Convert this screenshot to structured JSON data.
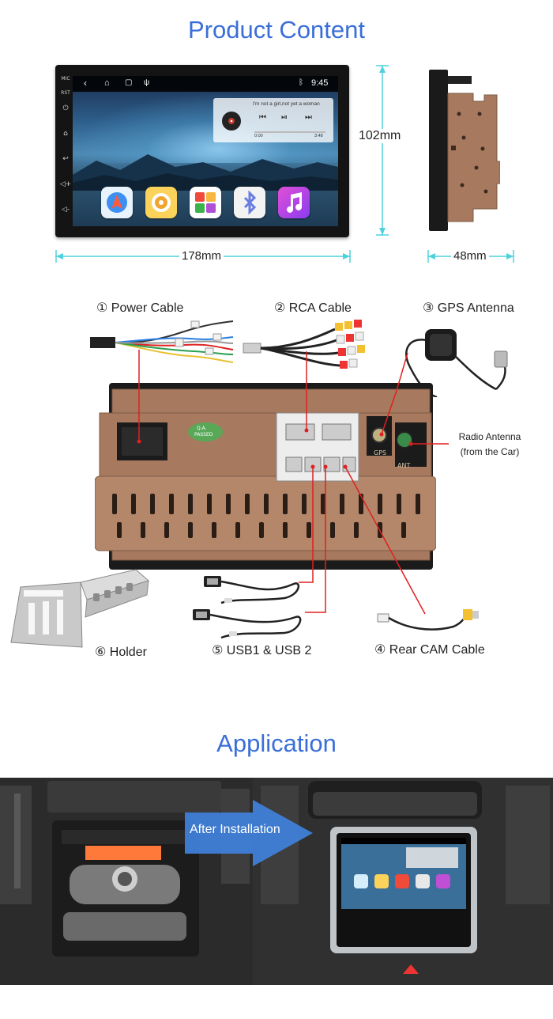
{
  "sections": {
    "product_content_title": "Product Content",
    "application_title": "Application"
  },
  "screen": {
    "status_time": "9:45",
    "status_left_labels": [
      "MIC",
      "RST"
    ],
    "song_title": "I'm not a girl,not yet a woman",
    "time_elapsed": "0:00",
    "time_total": "3:48"
  },
  "dimensions": {
    "width": "178mm",
    "height": "102mm",
    "depth": "48mm"
  },
  "parts": {
    "power_cable": "① Power Cable",
    "rca_cable": "② RCA Cable",
    "gps_antenna": "③ GPS Antenna",
    "radio_antenna_line1": "Radio Antenna",
    "radio_antenna_line2": "(from the Car)",
    "holder": "⑥ Holder",
    "usb": "⑤ USB1 & USB 2",
    "rear_cam": "④ Rear CAM Cable"
  },
  "back_panel": {
    "gps_port_label": "GPS",
    "ant_port_label": "ANT",
    "sticker_line1": "Q.A.",
    "sticker_line2": "PASSED"
  },
  "application": {
    "arrow_text": "After Installation"
  },
  "colors": {
    "title_blue": "#3a6fd8",
    "dimension_cyan": "#4fd2dd",
    "leader_red": "#e02020",
    "chassis_bronze": "#a77a5f",
    "arrow_blue": "#3f80d8"
  },
  "icons": [
    "mic-icon",
    "power-icon",
    "home-icon",
    "back-icon",
    "volume-up-icon",
    "volume-down-icon",
    "bluetooth-icon",
    "navigation-app-icon",
    "settings-app-icon",
    "apps-app-icon",
    "bluetooth-app-icon",
    "music-app-icon"
  ]
}
